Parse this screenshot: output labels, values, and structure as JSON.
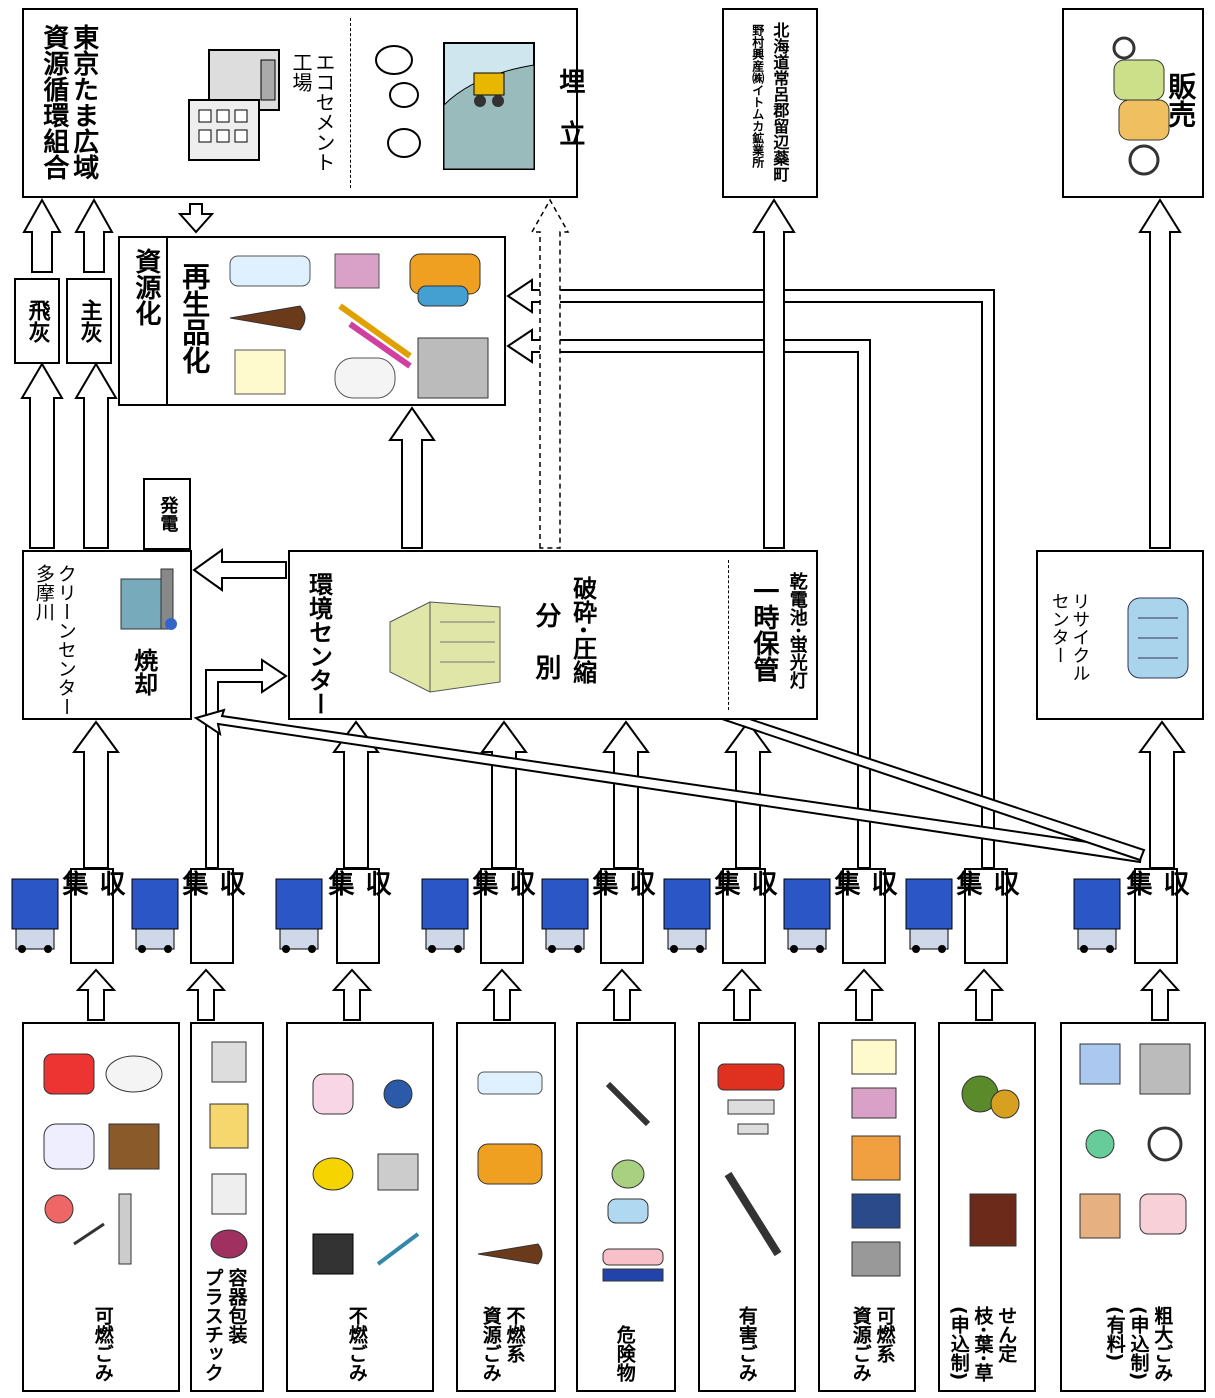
{
  "top": {
    "tama": "東京たま広域\n資源循環組合",
    "ecocement": "エコセメント\n工場",
    "landfill": "埋　立",
    "hokkaido_main": "北海道常呂郡留辺蘂町",
    "hokkaido_sub": "野村興産㈱イトムカ鉱業所",
    "sale": "販売"
  },
  "ash": {
    "fly": "飛灰",
    "main": "主灰"
  },
  "recycle_box": {
    "left": "資源化",
    "right": "再生品化"
  },
  "power": "発電",
  "clean_center": {
    "name": "クリーンセンター\n多摩川",
    "action": "焼却"
  },
  "env_center": {
    "name": "環境センター",
    "sort": "分　別",
    "crush": "破砕･圧縮",
    "storage": "一時保管",
    "storage_items": "乾電池･蛍光灯"
  },
  "recycle_center": {
    "name": "リサイクル\nセンター"
  },
  "collect_label": "収　集",
  "categories": [
    {
      "label": "可燃ごみ"
    },
    {
      "label": "容器包装\nプラスチック"
    },
    {
      "label": "不燃ごみ"
    },
    {
      "label": "不燃系\n資源ごみ"
    },
    {
      "label": "危険物"
    },
    {
      "label": "有害ごみ"
    },
    {
      "label": "可燃系\n資源ごみ"
    },
    {
      "label": "せん定\n枝･葉･草\n(申込制)"
    },
    {
      "label": "粗大ごみ\n(申込制)\n(有料)"
    }
  ]
}
